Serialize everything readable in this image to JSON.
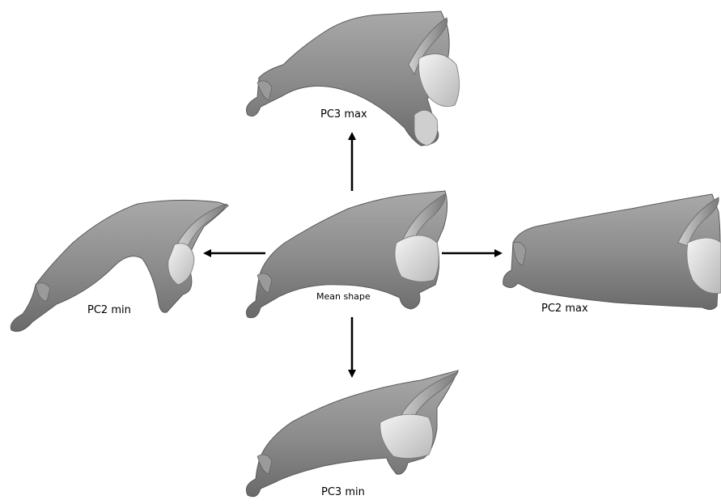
{
  "labels": {
    "pc3_max": "PC3 max",
    "pc2_min": "PC2 min",
    "mean": "Mean shape",
    "pc2_max": "PC2 max",
    "pc3_min": "PC3 min"
  },
  "colors": {
    "surface": "#8c8c8c",
    "surface_light": "#b9b9b9",
    "surface_dark": "#505050",
    "highlight": "#e8e8e8",
    "arrow": "#000000"
  }
}
